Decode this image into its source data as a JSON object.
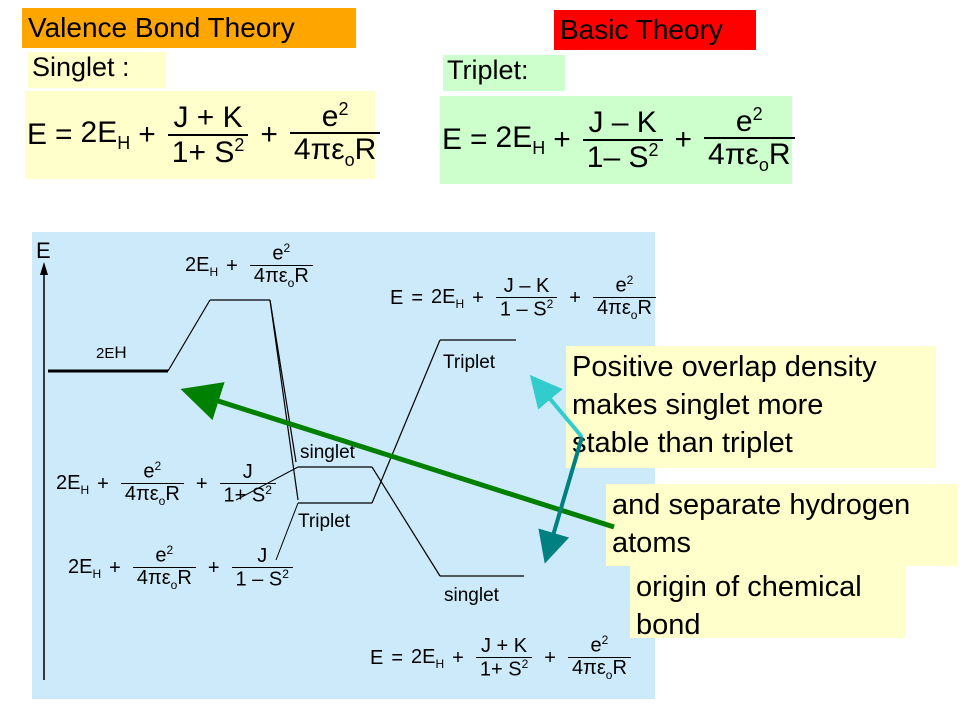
{
  "header": {
    "left_title": "Valence Bond Theory",
    "right_title": "Basic Theory",
    "left_title_color": "#ffa500",
    "right_title_color": "#ff0000"
  },
  "singlet_section": {
    "label": "Singlet :",
    "lhs": "E",
    "eq_sign": "=",
    "term1": "2E",
    "term1_sub": "H",
    "plus1": "+",
    "frac1_num": "J + K",
    "frac1_den": "1+ S",
    "frac1_den_sup": "2",
    "plus2": "+",
    "frac2_num": "e",
    "frac2_num_sup": "2",
    "frac2_den": "4πε",
    "frac2_den_sub": "o",
    "frac2_den_tail": "R"
  },
  "triplet_section": {
    "label": "Triplet:",
    "lhs": "E",
    "eq_sign": "=",
    "term1": "2E",
    "term1_sub": "H",
    "plus1": "+",
    "frac1_num": "J – K",
    "frac1_den": "1– S",
    "frac1_den_sup": "2",
    "plus2": "+",
    "frac2_num": "e",
    "frac2_num_sup": "2",
    "frac2_den": "4πε",
    "frac2_den_sub": "o",
    "frac2_den_tail": "R"
  },
  "diagram": {
    "axis_label": "E",
    "atoms_level_label": "2E",
    "atoms_level_sub": "H",
    "top_expr": {
      "a": "2E",
      "a_sub": "H",
      "plus": "+",
      "num": "e",
      "num_sup": "2",
      "den": "4πε",
      "den_sub": "o",
      "den_tail": "R"
    },
    "singlet_expr": {
      "a": "2E",
      "a_sub": "H",
      "plus1": "+",
      "num1": "e",
      "num1_sup": "2",
      "den1": "4πε",
      "den1_sub": "o",
      "den1_tail": "R",
      "plus2": "+",
      "num2": "J",
      "den2": "1+ S",
      "den2_sup": "2"
    },
    "triplet_expr": {
      "a": "2E",
      "a_sub": "H",
      "plus1": "+",
      "num1": "e",
      "num1_sup": "2",
      "den1": "4πε",
      "den1_sub": "o",
      "den1_tail": "R",
      "plus2": "+",
      "num2": "J",
      "den2": "1 – S",
      "den2_sup": "2"
    },
    "level_singlet_mid": "singlet",
    "level_triplet_mid": "Triplet",
    "level_triplet_right": "Triplet",
    "level_singlet_right": "singlet",
    "right_triplet_expr": {
      "lhs": "E",
      "eq": "=",
      "a": "2E",
      "a_sub": "H",
      "plus1": "+",
      "num1": "J – K",
      "den1": "1 – S",
      "den1_sup": "2",
      "plus2": "+",
      "num2": "e",
      "num2_sup": "2",
      "den2": "4πε",
      "den2_sub": "o",
      "den2_tail": "R"
    },
    "right_singlet_expr": {
      "lhs": "E",
      "eq": "=",
      "a": "2E",
      "a_sub": "H",
      "plus1": "+",
      "num1": "J + K",
      "den1": "1+ S",
      "den1_sup": "2",
      "plus2": "+",
      "num2": "e",
      "num2_sup": "2",
      "den2": "4πε",
      "den2_sub": "o",
      "den2_tail": "R"
    }
  },
  "notes": {
    "note1_line1": "Positive overlap density",
    "note1_line2": "makes singlet more",
    "note1_line3": "stable than triplet",
    "note2_line1": "and separate hydrogen",
    "note2_line2": "atoms",
    "note3_line1": "origin of chemical",
    "note3_line2": "bond"
  },
  "colors": {
    "eq_box_left": "#ffffcc",
    "eq_box_right": "#ccffcc",
    "panel": "#cdeafa",
    "note_bg": "#ffffcc",
    "arrow_green": "#008000",
    "arrow_cyan": "#33cccc",
    "arrow_teal": "#008080"
  }
}
